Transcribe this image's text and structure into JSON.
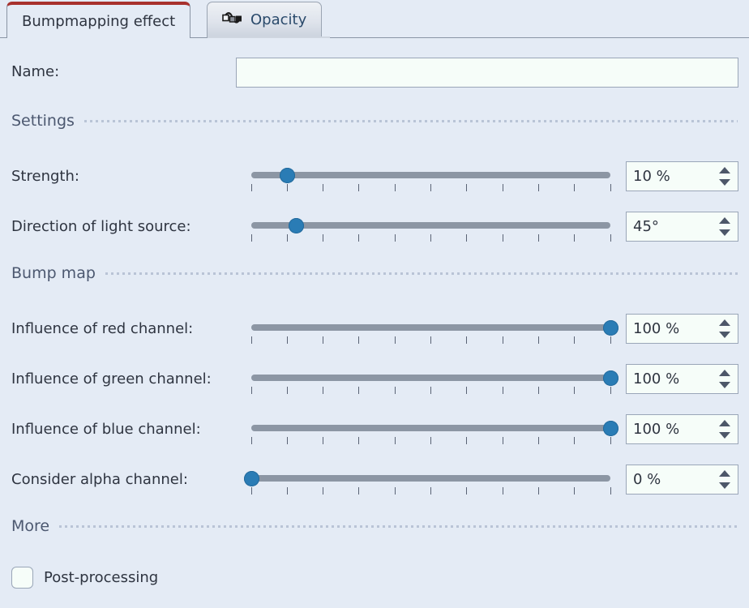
{
  "tabs": [
    {
      "label": "Bumpmapping effect",
      "active": true,
      "icon": null
    },
    {
      "label": "Opacity",
      "active": false,
      "icon": "opacity-curve-icon"
    }
  ],
  "colors": {
    "background": "#e4ebf5",
    "active_tab_accent": "#a8312d",
    "slider_handle": "#2a7cb5",
    "slider_track": "#8c96a4",
    "field_background": "#f6fdf9",
    "field_border": "#9aa6b8"
  },
  "name_field": {
    "label": "Name:",
    "value": "",
    "placeholder": ""
  },
  "sections": [
    {
      "title": "Settings"
    },
    {
      "title": "Bump map"
    },
    {
      "title": "More"
    }
  ],
  "settings_rows": [
    {
      "label": "Strength:",
      "value_text": "10 %",
      "fraction": 0.1,
      "ticks": 11
    },
    {
      "label": "Direction of light source:",
      "value_text": "45°",
      "fraction": 0.125,
      "ticks": 11
    }
  ],
  "bumpmap_rows": [
    {
      "label": "Influence of red channel:",
      "value_text": "100 %",
      "fraction": 1.0,
      "ticks": 11
    },
    {
      "label": "Influence of green channel:",
      "value_text": "100 %",
      "fraction": 1.0,
      "ticks": 11
    },
    {
      "label": "Influence of blue channel:",
      "value_text": "100 %",
      "fraction": 1.0,
      "ticks": 11
    },
    {
      "label": "Consider alpha channel:",
      "value_text": "0 %",
      "fraction": 0.0,
      "ticks": 11
    }
  ],
  "more": {
    "postprocessing": {
      "label": "Post-processing",
      "checked": false
    }
  },
  "spinner_icons": {
    "up": "spin-up-arrow-icon",
    "down": "spin-down-arrow-icon"
  }
}
